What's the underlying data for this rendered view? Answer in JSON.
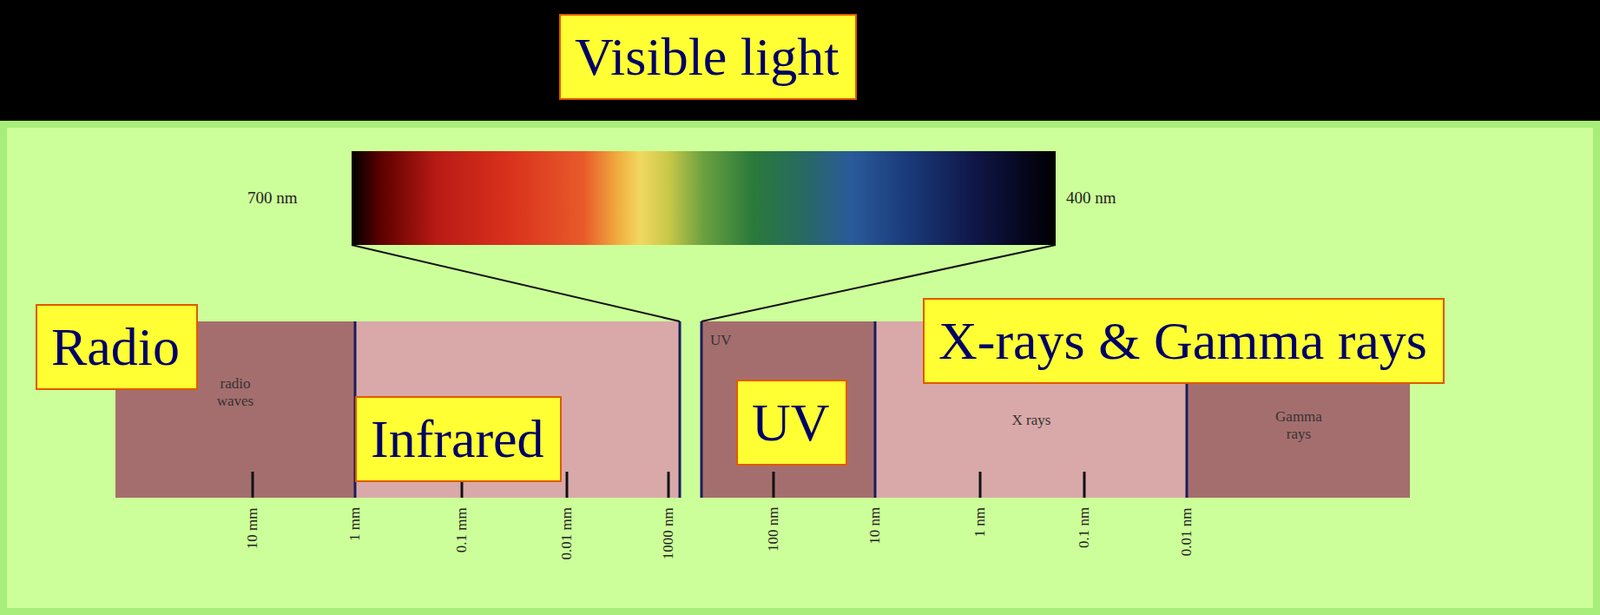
{
  "diagram": {
    "nodes": [
      {
        "text": [
          "Visible light"
        ]
      },
      {
        "text": [
          "Radio"
        ]
      },
      {
        "text": [
          "radio waves"
        ]
      },
      {
        "text": [
          "Infrared"
        ]
      },
      {
        "text": [
          "UV"
        ]
      },
      {
        "text": [
          "UV"
        ]
      },
      {
        "text": [
          "X-rays & Gamma rays"
        ]
      },
      {
        "text": [
          "X rays"
        ]
      },
      {
        "text": [
          "Gamma rays"
        ]
      }
    ],
    "labels": [
      "700 nm",
      "400 nm",
      "10 mm",
      "1 mm",
      "0.1 mm",
      "0.01 mm",
      "1000 nm",
      "100 nm",
      "10 nm",
      "1 nm",
      "0.1 nm",
      "0.01 nm"
    ]
  }
}
